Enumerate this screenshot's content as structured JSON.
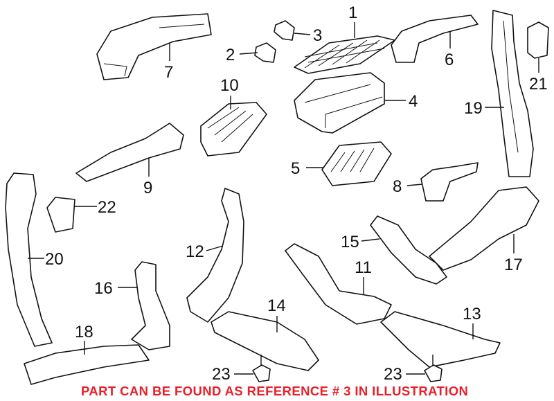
{
  "diagram": {
    "callouts": [
      "1",
      "2",
      "3",
      "4",
      "5",
      "6",
      "7",
      "8",
      "9",
      "10",
      "11",
      "12",
      "13",
      "14",
      "15",
      "16",
      "17",
      "18",
      "19",
      "20",
      "21",
      "22",
      "23",
      "23"
    ]
  },
  "caption": {
    "text": "PART CAN BE FOUND AS REFERENCE # 3 IN ILLUSTRATION",
    "color": "#e8202a"
  }
}
